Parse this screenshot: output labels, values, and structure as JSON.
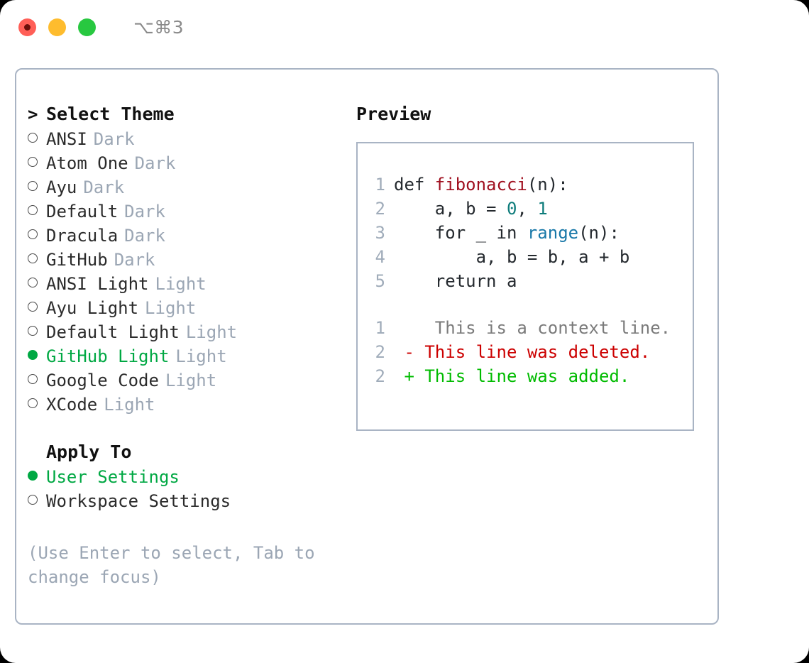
{
  "window": {
    "shortcut": "⌥⌘3",
    "traffic_lights": [
      {
        "name": "close",
        "color": "#ff5f57"
      },
      {
        "name": "minimize",
        "color": "#febc2e"
      },
      {
        "name": "zoom",
        "color": "#28c840"
      }
    ]
  },
  "colors": {
    "accent_green": "#00a843",
    "muted": "#9ba6b4",
    "border": "#a9b4c4",
    "diff_add": "#00bb00",
    "diff_del": "#cc0000",
    "diff_ctx": "#7b7b7b",
    "syntax_fn": "#a01020",
    "syntax_num": "#0e7c7b",
    "syntax_builtin": "#1878a8",
    "syntax_plain": "#24292e"
  },
  "theme_picker": {
    "title": "Select Theme",
    "caret": ">",
    "items": [
      {
        "label": "ANSI",
        "tag": "Dark",
        "selected": false
      },
      {
        "label": "Atom One",
        "tag": "Dark",
        "selected": false
      },
      {
        "label": "Ayu",
        "tag": "Dark",
        "selected": false
      },
      {
        "label": "Default",
        "tag": "Dark",
        "selected": false
      },
      {
        "label": "Dracula",
        "tag": "Dark",
        "selected": false
      },
      {
        "label": "GitHub",
        "tag": "Dark",
        "selected": false
      },
      {
        "label": "ANSI Light",
        "tag": "Light",
        "selected": false
      },
      {
        "label": "Ayu Light",
        "tag": "Light",
        "selected": false
      },
      {
        "label": "Default Light",
        "tag": "Light",
        "selected": false
      },
      {
        "label": "GitHub Light",
        "tag": "Light",
        "selected": true
      },
      {
        "label": "Google Code",
        "tag": "Light",
        "selected": false
      },
      {
        "label": "XCode",
        "tag": "Light",
        "selected": false
      }
    ]
  },
  "apply_to": {
    "title": "Apply To",
    "options": [
      {
        "label": "User Settings",
        "selected": true
      },
      {
        "label": "Workspace Settings",
        "selected": false
      }
    ]
  },
  "hint": "(Use Enter to select, Tab to change focus)",
  "preview": {
    "title": "Preview",
    "code_lines": [
      {
        "no": "1",
        "tokens": [
          {
            "t": "def ",
            "c": "plain"
          },
          {
            "t": "fibonacci",
            "c": "fn"
          },
          {
            "t": "(n):",
            "c": "plain"
          }
        ]
      },
      {
        "no": "2",
        "tokens": [
          {
            "t": "    a, b = ",
            "c": "plain"
          },
          {
            "t": "0",
            "c": "num"
          },
          {
            "t": ", ",
            "c": "plain"
          },
          {
            "t": "1",
            "c": "num"
          }
        ]
      },
      {
        "no": "3",
        "tokens": [
          {
            "t": "    for _ in ",
            "c": "plain"
          },
          {
            "t": "range",
            "c": "builtin"
          },
          {
            "t": "(n):",
            "c": "plain"
          }
        ]
      },
      {
        "no": "4",
        "tokens": [
          {
            "t": "        a, b = b, a + b",
            "c": "plain"
          }
        ]
      },
      {
        "no": "5",
        "tokens": [
          {
            "t": "    return a",
            "c": "plain"
          }
        ]
      }
    ],
    "diff_lines": [
      {
        "no": "1",
        "marker": " ",
        "text": "  This is a context line.",
        "kind": "ctx"
      },
      {
        "no": "2",
        "marker": "-",
        "text": " This line was deleted.",
        "kind": "del"
      },
      {
        "no": "2",
        "marker": "+",
        "text": " This line was added.",
        "kind": "add"
      }
    ]
  }
}
